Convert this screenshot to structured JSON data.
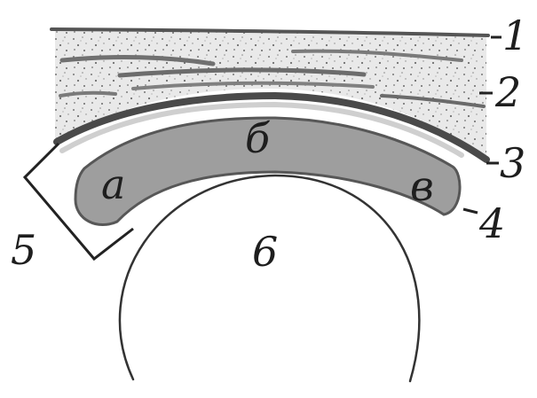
{
  "colors": {
    "ink": "#2a2a2a",
    "stripe": "#6f6f6f",
    "speckle_bg": "#e6e6e6",
    "dots": "#7a7a7a",
    "tendon_fill": "#9c9c9c",
    "tendon_edge": "#555555",
    "background": "#ffffff"
  },
  "labels": {
    "n1": "1",
    "n2": "2",
    "n3": "3",
    "n4": "4",
    "n5": "5",
    "n6": "6",
    "a": "а",
    "b": "б",
    "v": "в"
  }
}
